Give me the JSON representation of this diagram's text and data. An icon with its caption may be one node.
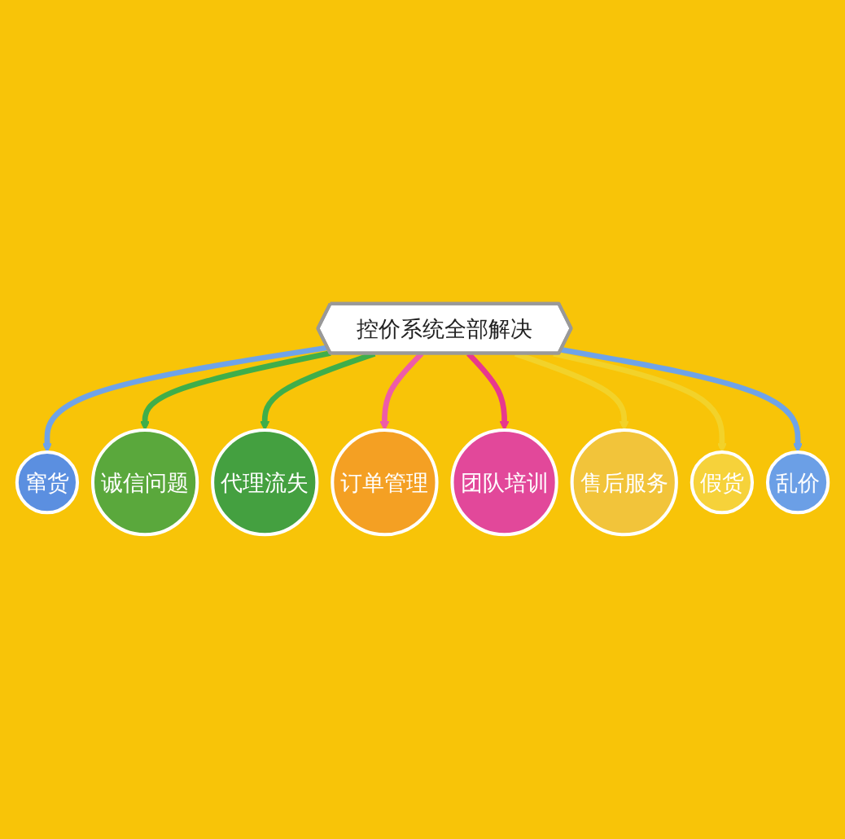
{
  "diagram": {
    "nodes": [
      {
        "text": [
          "控价系统全部解决"
        ]
      },
      {
        "text": [
          "窜货"
        ]
      },
      {
        "text": [
          "诚信问题"
        ]
      },
      {
        "text": [
          "代理流失"
        ]
      },
      {
        "text": [
          "订单管理"
        ]
      },
      {
        "text": [
          "团队培训"
        ]
      },
      {
        "text": [
          "售后服务"
        ]
      },
      {
        "text": [
          "假货"
        ]
      },
      {
        "text": [
          "乱价"
        ]
      }
    ],
    "edges": [
      {
        "from": 0,
        "to": 1,
        "arrow": "to",
        "color": "#6fa3e8"
      },
      {
        "from": 0,
        "to": 2,
        "arrow": "to",
        "color": "#3fae4a"
      },
      {
        "from": 0,
        "to": 3,
        "arrow": "to",
        "color": "#3fae4a"
      },
      {
        "from": 0,
        "to": 4,
        "arrow": "to",
        "color": "#ee5ca8"
      },
      {
        "from": 0,
        "to": 5,
        "arrow": "to",
        "color": "#e8388e"
      },
      {
        "from": 0,
        "to": 6,
        "arrow": "to",
        "color": "#f2d22a"
      },
      {
        "from": 0,
        "to": 7,
        "arrow": "to",
        "color": "#f2d22a"
      },
      {
        "from": 0,
        "to": 8,
        "arrow": "to",
        "color": "#6fa3e8"
      }
    ]
  }
}
